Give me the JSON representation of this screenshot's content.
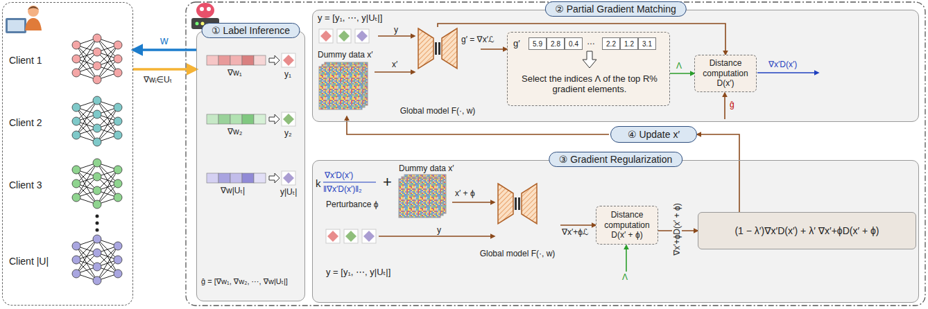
{
  "diagram": {
    "nodes": [
      {
        "text": [
          "Client 1",
          "Client 2",
          "Client 3",
          "Client |U|"
        ]
      },
      {
        "text": [
          "① Label Inference"
        ]
      },
      {
        "text": [
          "② Partial Gradient Matching"
        ]
      },
      {
        "text": [
          "Global model F(·, w)"
        ],
        "in": 2
      },
      {
        "text": [
          "g′",
          "Select the indices Λ of the top R% gradient elements."
        ],
        "in": 2
      },
      {
        "text": [
          "5.9"
        ],
        "in": 4
      },
      {
        "text": [
          "2.8"
        ],
        "in": 4
      },
      {
        "text": [
          "0.4"
        ],
        "in": 4
      },
      {
        "text": [
          "2.2"
        ],
        "in": 4
      },
      {
        "text": [
          "1.2"
        ],
        "in": 4
      },
      {
        "text": [
          "3.1"
        ],
        "in": 4
      },
      {
        "text": [
          "Distance computation D(x′)"
        ],
        "in": 2
      },
      {
        "text": [
          "④ Update x′"
        ]
      },
      {
        "text": [
          "③ Gradient Regularization"
        ]
      },
      {
        "text": [
          "Global model F(·, w)"
        ],
        "in": 13
      },
      {
        "text": [
          "Distance computation D(x′ + ϕ)"
        ],
        "in": 13
      },
      {
        "text": [
          "(1 − λ′)∇x′D(x′) + λ′ ∇x′+ϕD(x′ + ϕ)"
        ],
        "in": 13
      }
    ],
    "edges": [
      {
        "from": 1,
        "to": 0,
        "arrow": "to",
        "label": "w"
      },
      {
        "from": 0,
        "to": 1,
        "arrow": "to",
        "label": "∇wᵢ∈Uₜ"
      },
      {
        "from": 3,
        "to": 4,
        "arrow": "to",
        "label": "g′ = ∇x′ℒ"
      },
      {
        "from": 3,
        "to": 11,
        "arrow": "to"
      },
      {
        "from": 4,
        "to": 11,
        "arrow": "to",
        "label": "Λ"
      },
      {
        "from": 14,
        "to": 15,
        "arrow": "to",
        "label": "∇x′+ϕℒ"
      },
      {
        "from": 15,
        "to": 16,
        "arrow": "to",
        "label": "∇x′+ϕD(x′ + ϕ)"
      },
      {
        "from": 16,
        "to": 12,
        "arrow": "to"
      }
    ],
    "labels": [
      "∇w₁",
      "y₁",
      "∇w₂",
      "y₂",
      "∇w|Uₜ|",
      "y|Uₜ|",
      "ĝ = [∇w₁, ∇w₂, ⋯, ∇w|Uₜ|]",
      "y = [y₁, ⋯, y|Uₜ|]",
      "y",
      "x′",
      "Dummy data x′",
      "…",
      "ĝ",
      "∇x′D(x′)",
      "k",
      "∇x′D(x′)",
      "‖∇x′D(x′)‖₂",
      "Perturbance ϕ",
      "+",
      "Dummy data x′",
      "x′ + ϕ",
      "y",
      "y = [y₁, ⋯, y|Uₜ|]",
      "Λ"
    ]
  }
}
